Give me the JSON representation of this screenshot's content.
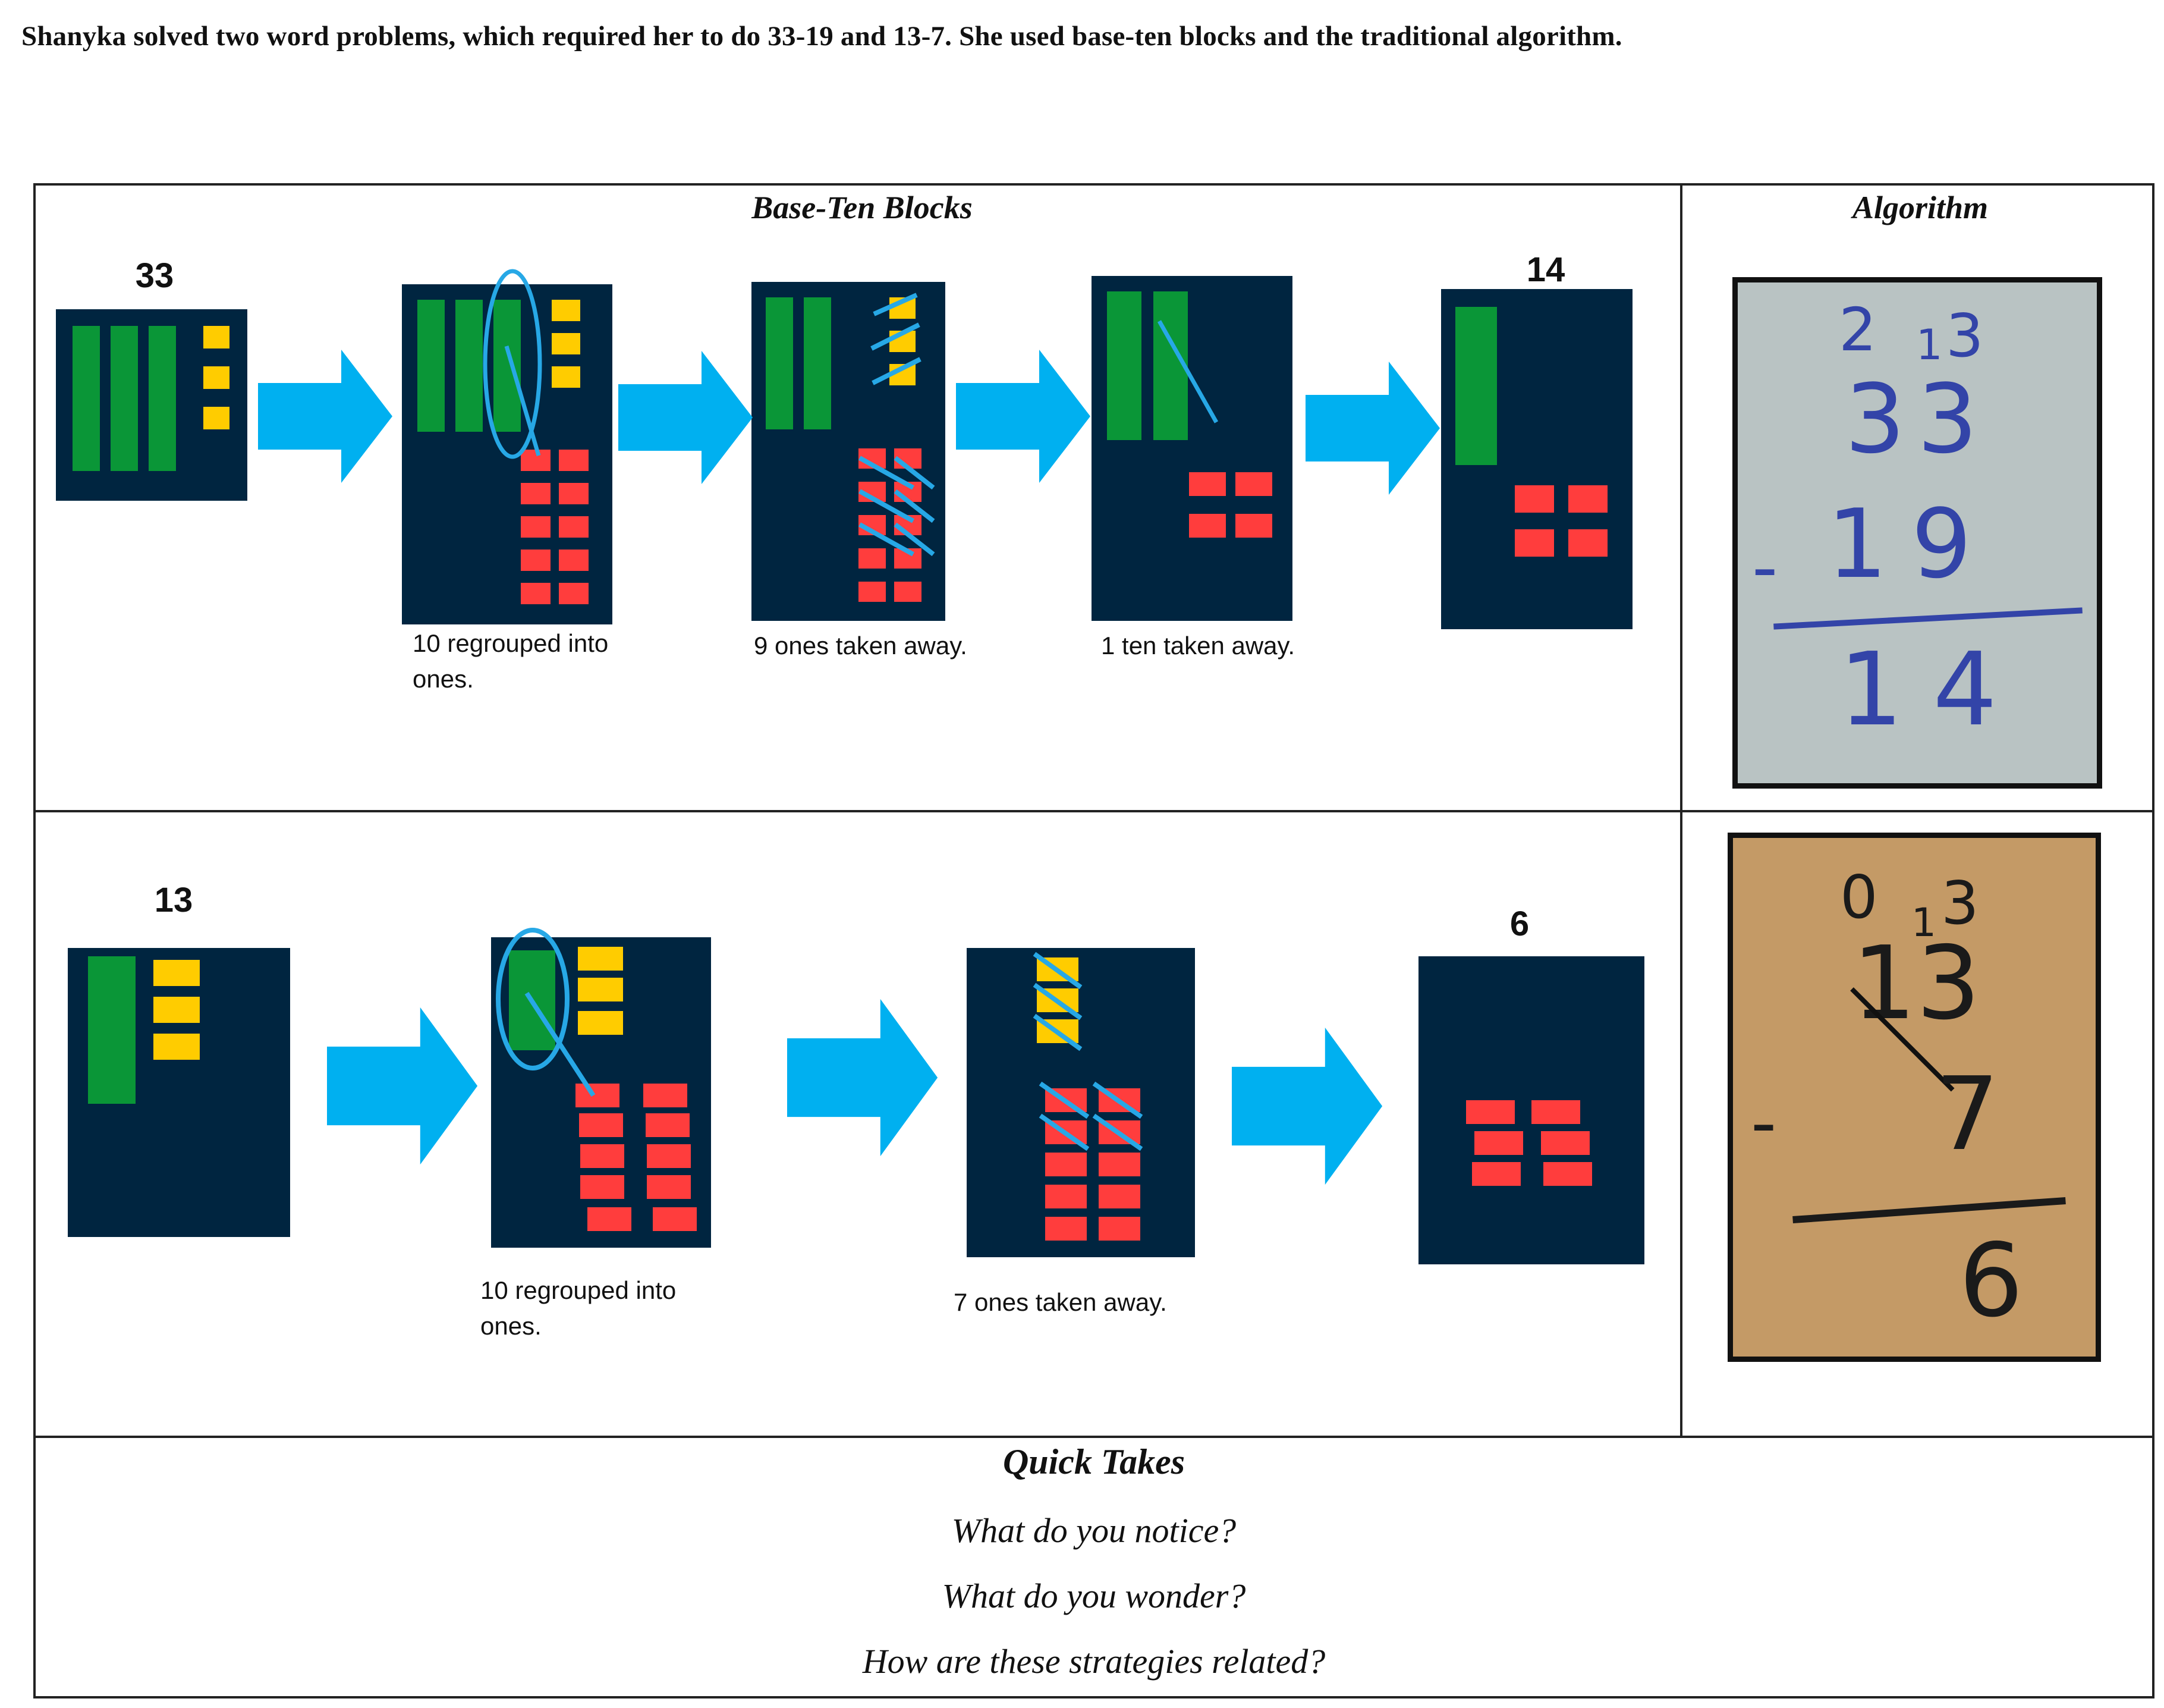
{
  "intro": "Shanyka solved two word problems, which required her to do 33-19 and 13-7. She used base-ten blocks and the traditional algorithm.",
  "headers": {
    "blocks": "Base-Ten Blocks",
    "algorithm": "Algorithm"
  },
  "problem1": {
    "start_value": "33",
    "result_value": "14",
    "captions": [
      "10 regrouped into",
      "ones.",
      "9 ones taken away.",
      "1 ten taken away."
    ],
    "algorithm": {
      "reg_tens": "2",
      "reg_small": "1",
      "reg_ones": "3",
      "top": "33",
      "sign": "-",
      "bottom": "19",
      "answer": "14"
    }
  },
  "problem2": {
    "start_value": "13",
    "result_value": "6",
    "captions": [
      "10 regrouped into",
      "ones.",
      "7 ones taken away."
    ],
    "algorithm": {
      "reg_tens": "0",
      "reg_small": "1",
      "reg_ones": "3",
      "top": "13",
      "sign": "-",
      "bottom": "7",
      "answer": "6"
    }
  },
  "quick_takes": {
    "title": "Quick Takes",
    "questions": [
      "What do you notice?",
      "What do you wonder?",
      "How are these strategies related?"
    ]
  },
  "colors": {
    "panel": "#002540",
    "ten_rod": "#0a9637",
    "one_unit": "#ffcc00",
    "regrouped_one": "#ff3d3d",
    "arrow": "#00b0f0",
    "mark": "#27a8e6"
  }
}
